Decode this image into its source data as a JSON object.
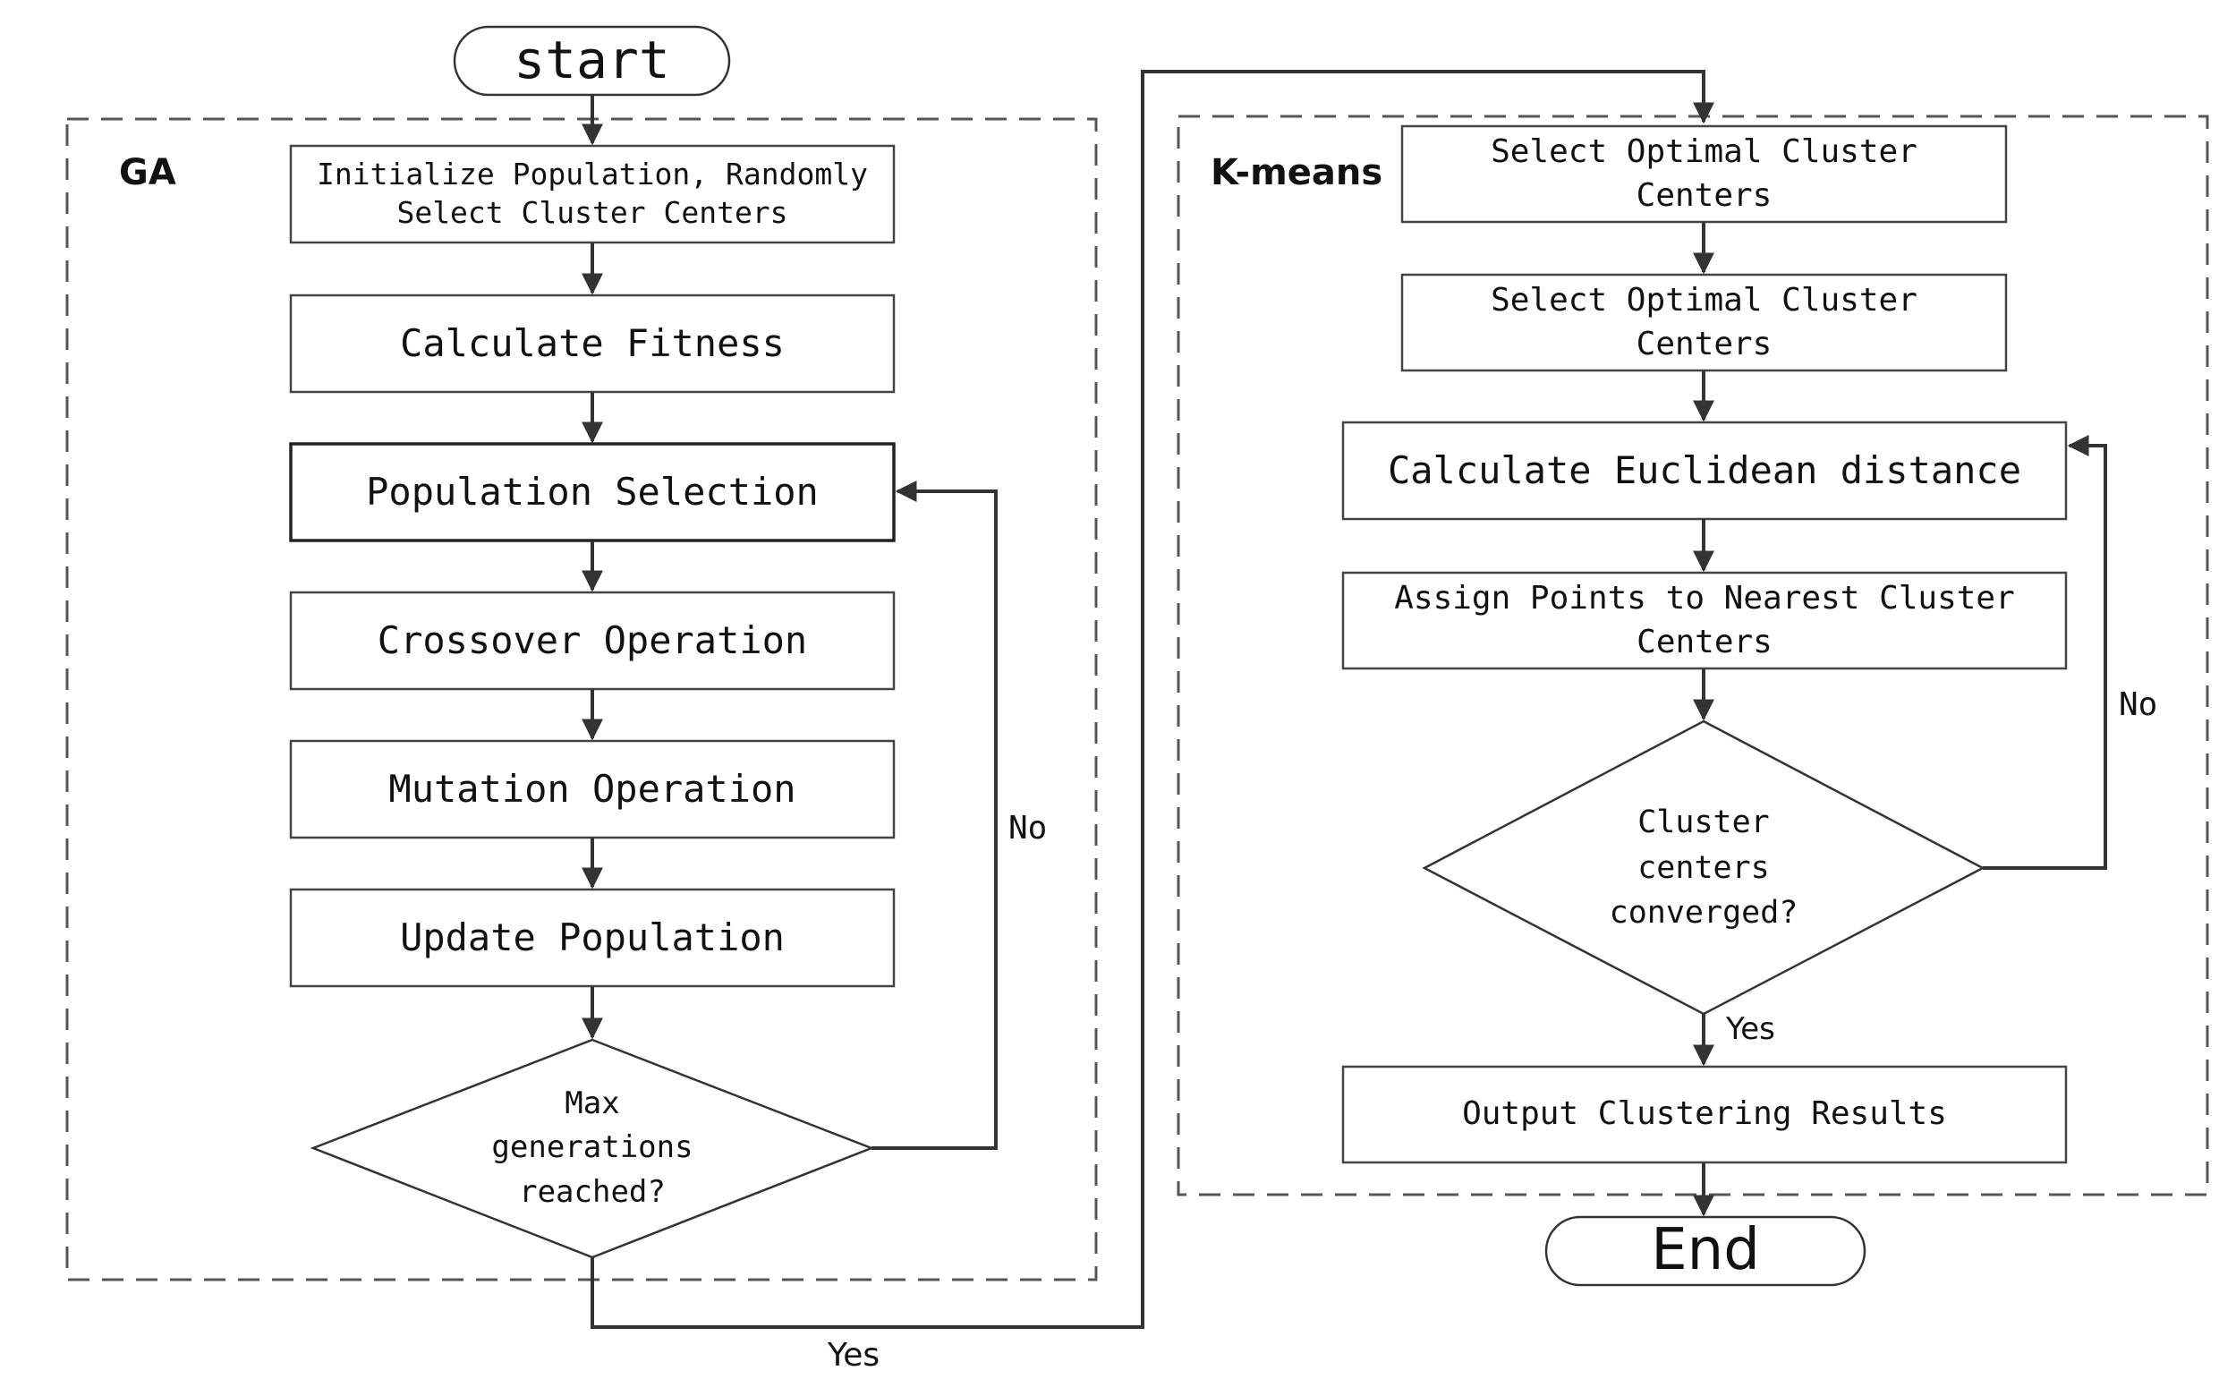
{
  "diagram": {
    "start": "start",
    "end": "End",
    "ga": {
      "label": "GA",
      "steps": [
        "Initialize Population, Randomly Select Cluster Centers",
        "Calculate Fitness",
        "Population Selection",
        "Crossover Operation",
        "Mutation Operation",
        "Update Population"
      ],
      "decision": "Max generations reached?",
      "no_label": "No",
      "yes_label": "Yes"
    },
    "kmeans": {
      "label": "K-means",
      "steps": [
        "Select Optimal Cluster Centers",
        "Select Optimal Cluster Centers",
        "Calculate Euclidean distance",
        "Assign Points to Nearest Cluster Centers"
      ],
      "decision": "Cluster centers converged?",
      "no_label": "No",
      "yes_label": "Yes",
      "output": "Output Clustering Results"
    }
  }
}
